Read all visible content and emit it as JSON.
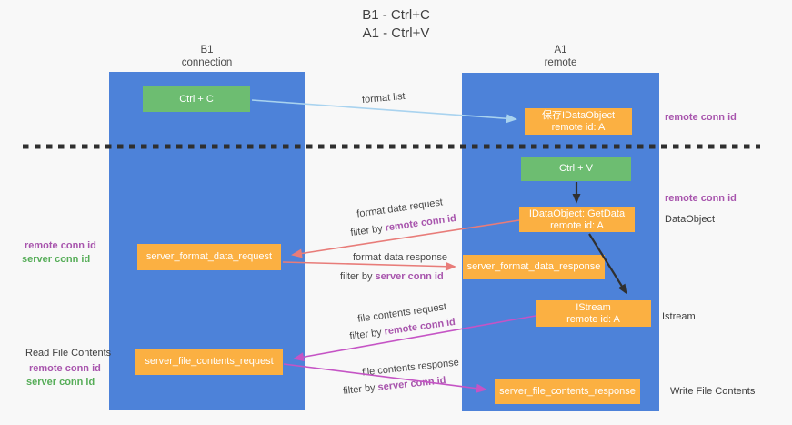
{
  "title": {
    "line1": "B1 - Ctrl+C",
    "line2": "A1 - Ctrl+V"
  },
  "columns": {
    "left": {
      "name": "B1",
      "role": "connection"
    },
    "right": {
      "name": "A1",
      "role": "remote"
    }
  },
  "nodes": {
    "ctrl_c": {
      "label": "Ctrl + C"
    },
    "save_dataobject": {
      "line1": "保存IDataObject",
      "line2": "remote id: A"
    },
    "ctrl_v": {
      "label": "Ctrl + V"
    },
    "getdata": {
      "line1": "IDataObject::GetData",
      "line2": "remote id: A"
    },
    "server_format_data_request": {
      "label": "server_format_data_request"
    },
    "server_format_data_response": {
      "label": "server_format_data_response"
    },
    "istream": {
      "line1": "IStream",
      "line2": "remote id: A"
    },
    "server_file_contents_request": {
      "label": "server_file_contents_request"
    },
    "server_file_contents_response": {
      "label": "server_file_contents_response"
    }
  },
  "edge_labels": {
    "filter_prefix": "filter by ",
    "format_list": "format list",
    "format_data_request": "format data request",
    "format_data_request_filter_key": "remote conn id",
    "format_data_response": "format data response",
    "format_data_response_filter_key": "server conn id",
    "file_contents_request": "file contents request",
    "file_contents_request_filter_key": "remote conn id",
    "file_contents_response": "file contents response",
    "file_contents_response_filter_key": "server conn id"
  },
  "side_labels": {
    "left_remote_conn_id": "remote conn id",
    "left_server_conn_id": "server conn id",
    "read_file_contents": "Read File Contents",
    "left_remote_conn_id_2": "remote conn id",
    "left_server_conn_id_2": "server conn id",
    "right_remote_conn_id_top": "remote conn id",
    "right_remote_conn_id_mid": "remote conn id",
    "dataobject": "DataObject",
    "istream": "Istream",
    "write_file_contents": "Write File Contents"
  },
  "colors": {
    "background": "#f8f8f8",
    "column_blue": "#4d82d9",
    "box_green": "#6dbd71",
    "box_orange": "#fbb042",
    "arrow_red": "#e87c79",
    "arrow_magenta": "#c554c5",
    "arrow_light_blue": "#a9d3ef",
    "arrow_black": "#303030",
    "text_purple": "#a855ad",
    "text_green": "#56ad58"
  }
}
